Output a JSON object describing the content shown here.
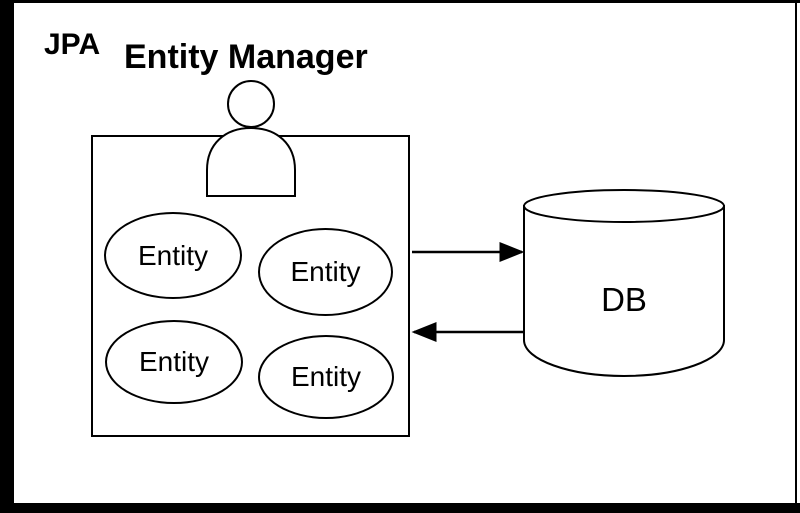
{
  "diagram": {
    "title": "JPA",
    "subtitle": "Entity Manager",
    "entity_manager_box": {
      "name": "Entity Manager container",
      "entities": [
        {
          "label": "Entity"
        },
        {
          "label": "Entity"
        },
        {
          "label": "Entity"
        },
        {
          "label": "Entity"
        }
      ]
    },
    "database": {
      "label": "DB",
      "shape": "cylinder"
    },
    "connections": [
      {
        "name": "entity-manager-to-db",
        "direction": "right",
        "from": "Entity Manager",
        "to": "DB"
      },
      {
        "name": "db-to-entity-manager",
        "direction": "left",
        "from": "DB",
        "to": "Entity Manager"
      }
    ],
    "actor": {
      "name": "user-figure",
      "label": ""
    },
    "colors": {
      "stroke": "#000000",
      "fill": "#ffffff",
      "frame": "#000000"
    }
  }
}
